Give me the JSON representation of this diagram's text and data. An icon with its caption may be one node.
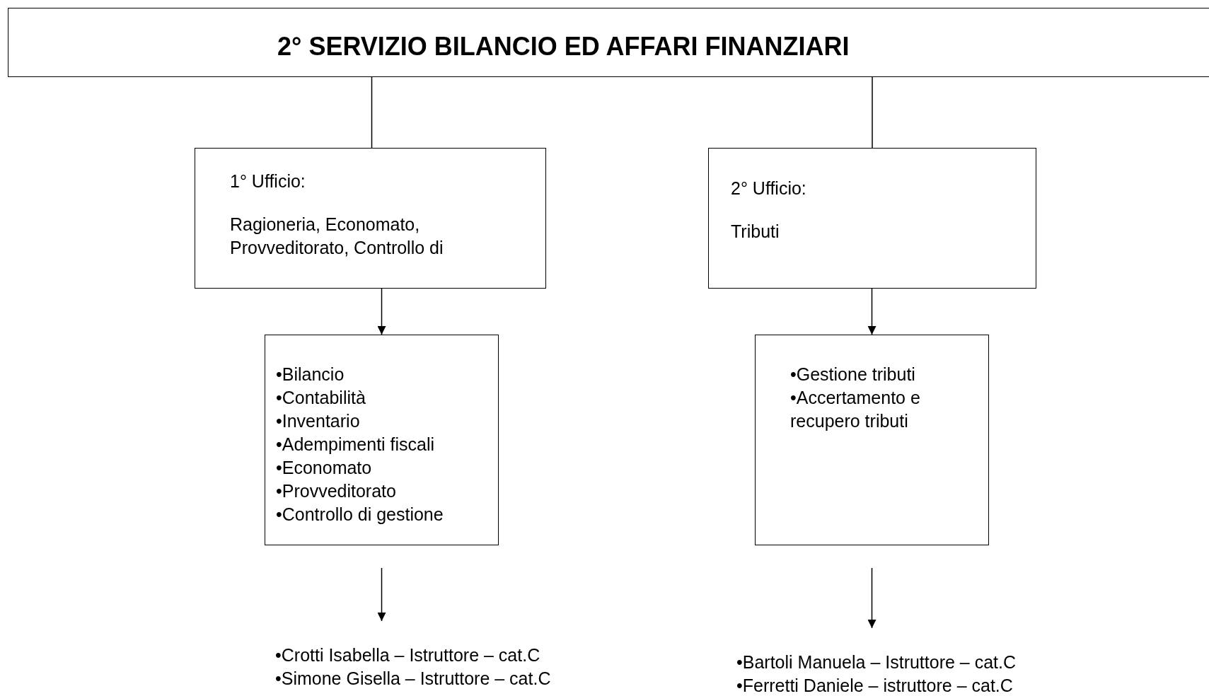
{
  "diagram": {
    "nodes": [
      {
        "text": [
          "2° SERVIZIO BILANCIO ED AFFARI FINANZIARI"
        ]
      },
      {
        "text": [
          "1° Ufficio:",
          "Ragioneria, Economato, Provveditorato, Controllo di"
        ]
      },
      {
        "text": [
          "2° Ufficio:",
          "Tributi"
        ]
      },
      {
        "text": [
          "•Bilancio",
          "•Contabilità",
          "•Inventario",
          "•Adempimenti fiscali",
          "•Economato",
          "•Provveditorato",
          "•Controllo di gestione"
        ]
      },
      {
        "text": [
          "•Gestione tributi",
          "•Accertamento e recupero tributi"
        ]
      },
      {
        "text": [
          "•Crotti Isabella – Istruttore – cat.C",
          "•Simone Gisella – Istruttore – cat.C"
        ]
      },
      {
        "text": [
          "•Bartoli Manuela – Istruttore – cat.C",
          "•Ferretti Daniele – istruttore – cat.C"
        ]
      }
    ],
    "edges": [
      {
        "from": 0,
        "to": 1,
        "arrow": "none"
      },
      {
        "from": 0,
        "to": 2,
        "arrow": "none"
      },
      {
        "from": 1,
        "to": 3,
        "arrow": "to"
      },
      {
        "from": 2,
        "to": 4,
        "arrow": "to"
      },
      {
        "from": 3,
        "to": 5,
        "arrow": "to"
      },
      {
        "from": 4,
        "to": 6,
        "arrow": "to"
      }
    ]
  }
}
